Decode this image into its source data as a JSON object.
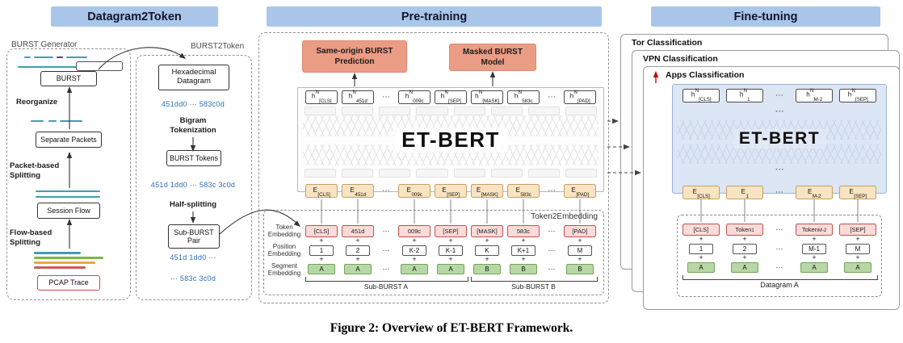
{
  "colors": {
    "section_header_bg": "#a9c6e8",
    "task_box_bg": "#eb9c84",
    "token_box_bg": "#fadbd8",
    "token_box_border": "#c0504d",
    "embedding_box_bg": "#f8e3c3",
    "embedding_box_border": "#c9a063",
    "segment_box_bg": "#b7d7a5",
    "segment_box_border": "#76a35c",
    "hex_text_blue": "#2f6db8",
    "flow_line_teal": "#3f9fb0",
    "flow_line_green": "#7ab648",
    "flow_line_orange": "#e8aa3c",
    "flow_line_red": "#cd5c54",
    "finetune_panel_bg": "#dce6f4",
    "red_arrow": "#c00000"
  },
  "sym": {
    "plus": "+",
    "ellipsis": "⋯",
    "h_base": "h",
    "h_exp": "N",
    "e_base": "E"
  },
  "sections": {
    "datagram2token": "Datagram2Token",
    "pretraining": "Pre-training",
    "finetuning": "Fine-tuning"
  },
  "burst_generator": {
    "title": "BURST Generator",
    "burst": "BURST",
    "reorganize": "Reorganize",
    "separate_packets": "Separate Packets",
    "packet_based_splitting": "Packet-based Splitting",
    "session_flow": "Session Flow",
    "flow_based_splitting": "Flow-based Splitting",
    "pcap_trace": "PCAP Trace"
  },
  "burst2token": {
    "title": "BURST2Token",
    "hexadecimal_datagram": "Hexadecimal Datagram",
    "hex_value": "451dd0 ⋯ 583c0d",
    "bigram_tokenization": "Bigram Tokenization",
    "burst_tokens": "BURST Tokens",
    "tokens_value": "451d 1dd0 ⋯ 583c 3c0d",
    "half_splitting": "Half-splitting",
    "sub_burst_pair": "Sub-BURST Pair",
    "pair_value_top": "451d 1dd0 ⋯",
    "pair_value_bottom": "⋯ 583c 3c0d"
  },
  "pretraining": {
    "task_same_origin": "Same-origin BURST Prediction",
    "task_masked": "Masked BURST Model",
    "model_name": "ET-BERT",
    "h_subs": [
      "[CLS]",
      "451d",
      "009c",
      "[SEP]",
      "[MASK]",
      "583c",
      "[PAD]"
    ],
    "e_subs": [
      "[CLS]",
      "451d",
      "009c",
      "[SEP]",
      "[MASK]",
      "583c",
      "[PAD]"
    ],
    "token2embedding_label": "Token2Embedding",
    "token_label": "Token\nEmbedding",
    "position_label": "Position\nEmbedding",
    "segment_label": "Segment\nEmbedding",
    "tokens": [
      "[CLS]",
      "451d",
      "009c",
      "[SEP]",
      "[MASK]",
      "583c",
      "[PAD]"
    ],
    "positions": [
      "1",
      "2",
      "K-2",
      "K-1",
      "K",
      "K+1",
      "M"
    ],
    "segments": [
      "A",
      "A",
      "A",
      "A",
      "B",
      "B",
      "B"
    ],
    "sub_burst_a": "Sub-BURST A",
    "sub_burst_b": "Sub-BURST B"
  },
  "finetuning": {
    "card_tor": "Tor Classification",
    "card_vpn": "VPN Classification",
    "card_apps": "Apps Classification",
    "model_name": "ET-BERT",
    "h_subs": [
      "[CLS]",
      "1",
      "M-2",
      "[SEP]"
    ],
    "e_subs": [
      "[CLS]",
      "1",
      "M-2",
      "[SEP]"
    ],
    "tokens": [
      {
        "label": "[CLS]",
        "sub": ""
      },
      {
        "label": "Token",
        "sub": "1"
      },
      {
        "label": "Token",
        "sub": "M-2"
      },
      {
        "label": "[SEP]",
        "sub": ""
      }
    ],
    "positions": [
      "1",
      "2",
      "M-1",
      "M"
    ],
    "segments": [
      "A",
      "A",
      "A",
      "A"
    ],
    "datagram_label": "Datagram A"
  },
  "caption": "Figure 2: Overview of ET-BERT Framework."
}
